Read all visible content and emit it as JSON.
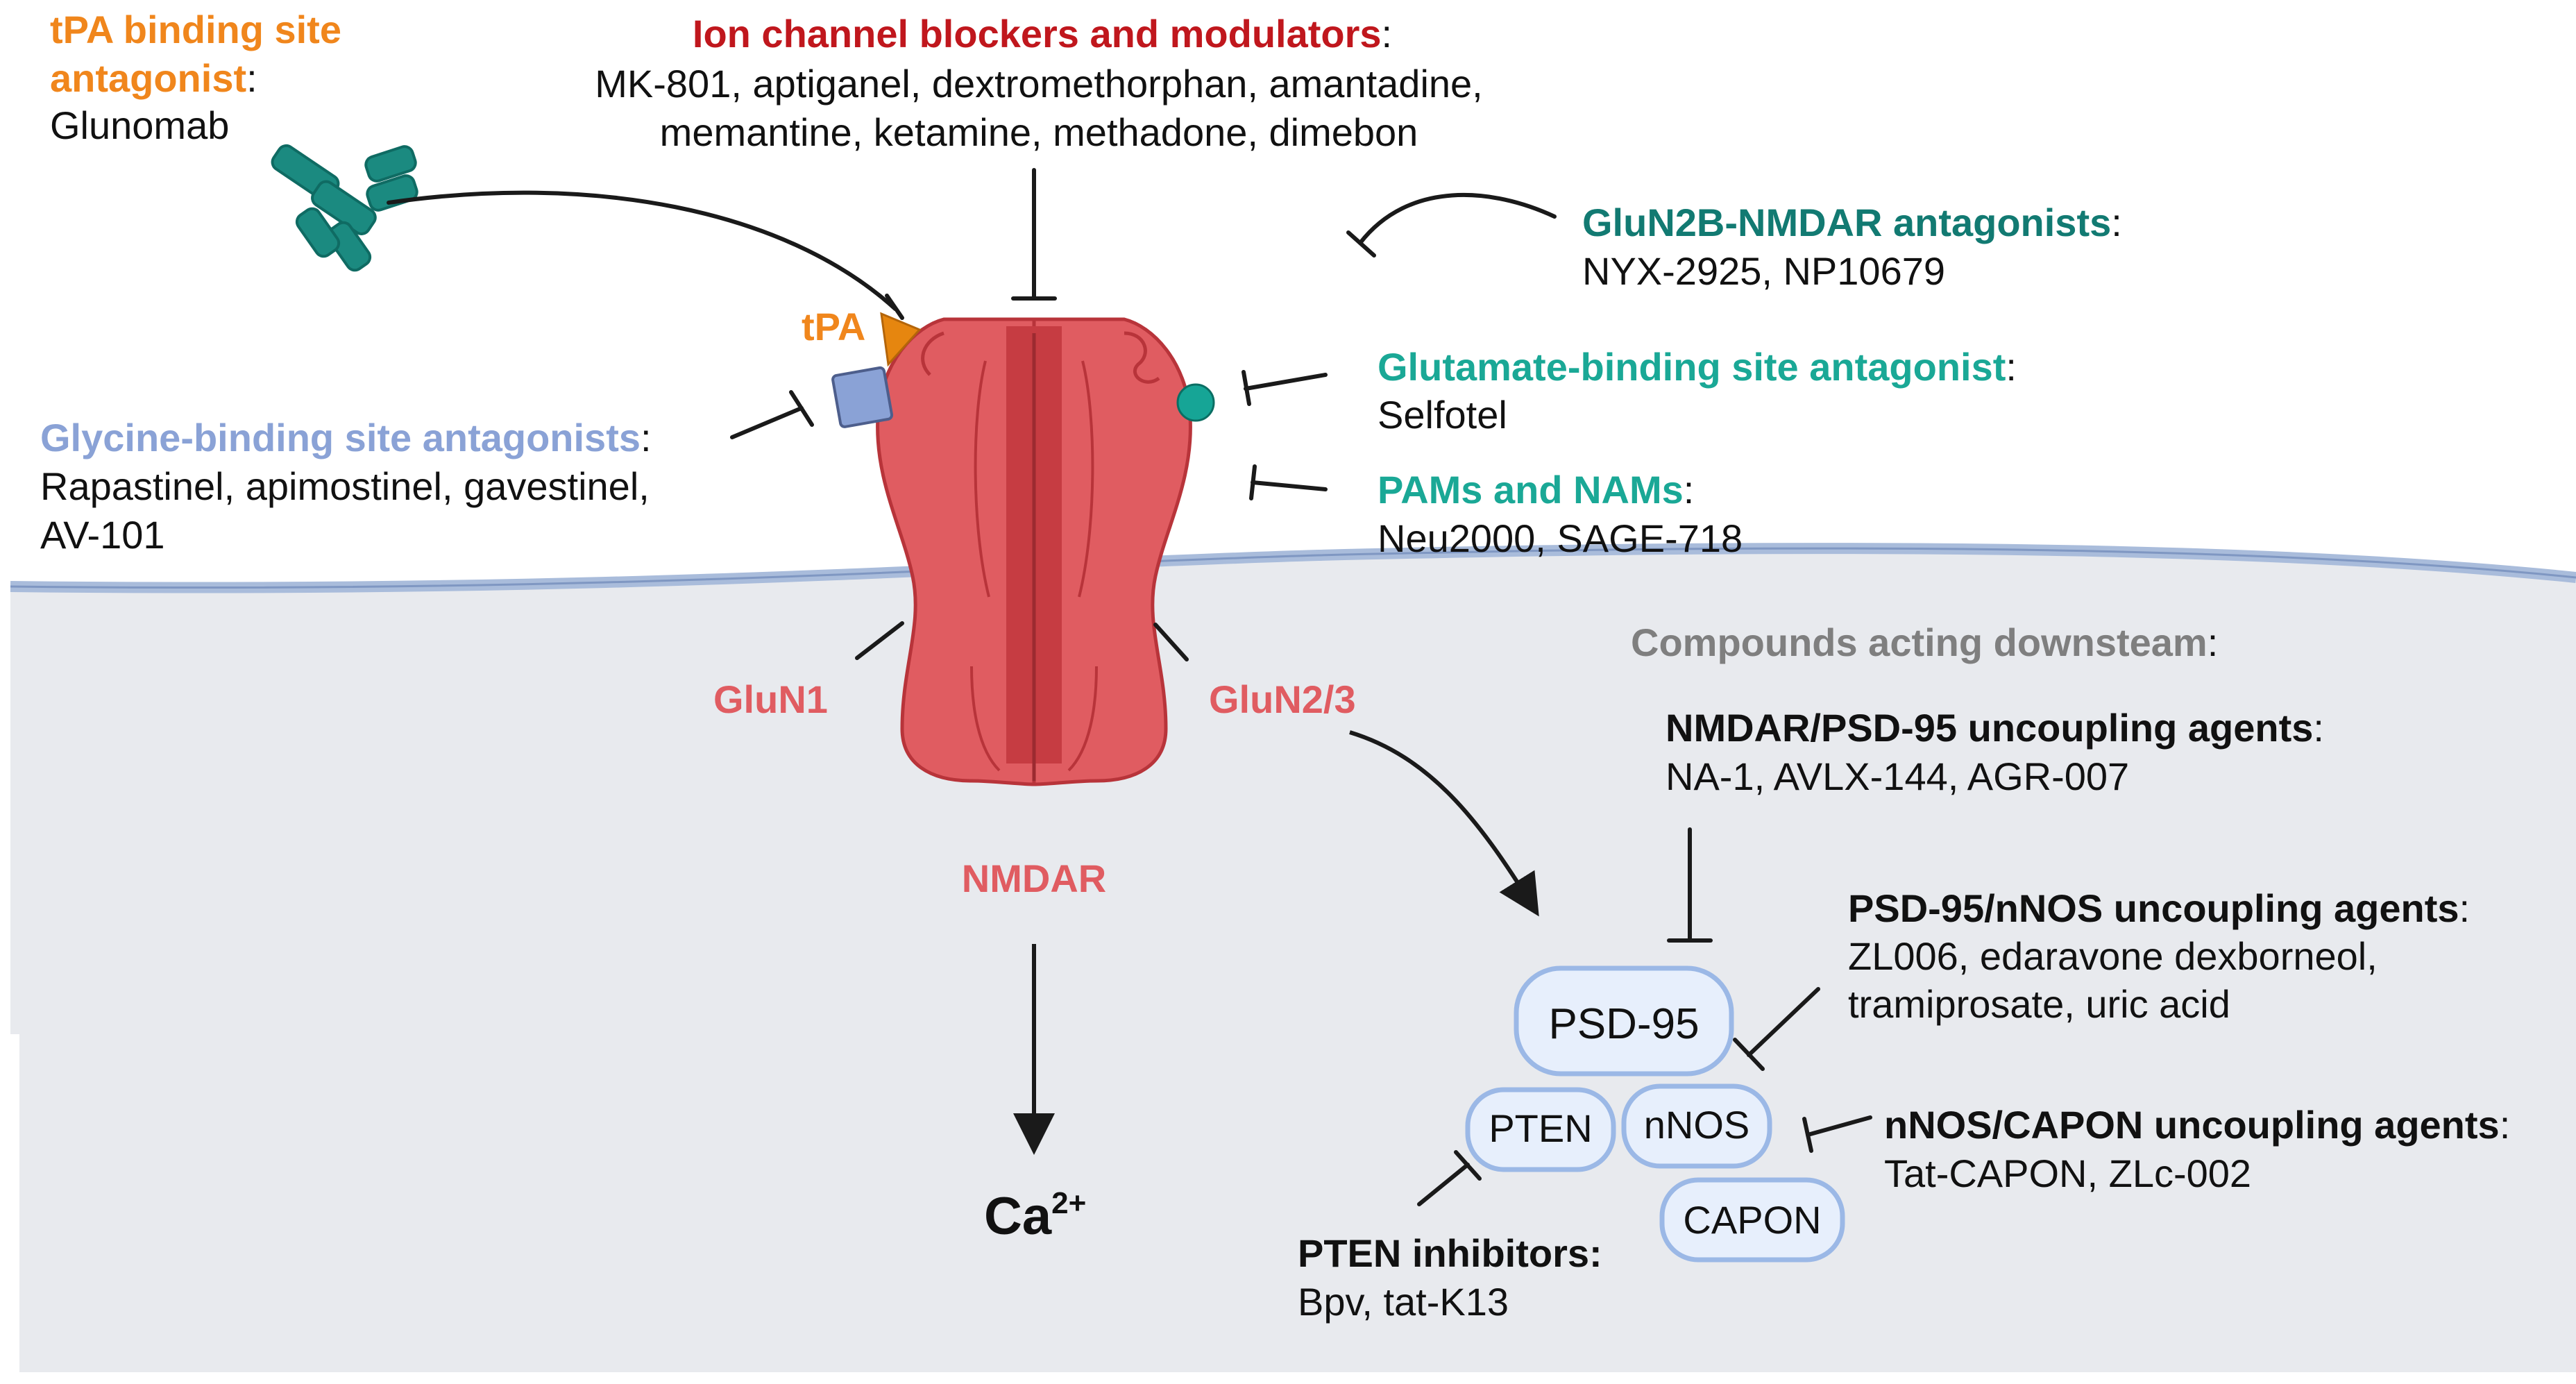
{
  "colors": {
    "orange": "#f0861c",
    "dark_red": "#c0171d",
    "teal_dark": "#127a72",
    "teal": "#1aa896",
    "lavender": "#8aa2d6",
    "receptor": "#e05c61",
    "grey_heading": "#7f7f7f",
    "pill_fill": "#e7effc",
    "pill_stroke": "#9bb8e6",
    "membrane": "#a9bcdb",
    "intracellular": "#e8eaee"
  },
  "icons": {
    "antibody": "antibody-icon",
    "tpa": "tpa-triangle-icon",
    "glycine_site": "glycine-square-icon",
    "glutamate_site": "glutamate-sphere-icon",
    "receptor": "nmdar-channel-icon"
  },
  "groups": {
    "tpa_antagonist": {
      "heading_line1": "tPA binding site",
      "heading_line2": "antagonist",
      "colon": ":",
      "items": "Glunomab"
    },
    "ion_channel": {
      "heading": "Ion channel blockers and modulators",
      "colon": ":",
      "line1": "MK-801, aptiganel, dextromethorphan, amantadine,",
      "line2": "memantine, ketamine, methadone, dimebon"
    },
    "glun2b": {
      "heading": "GluN2B-NMDAR antagonists",
      "colon": ":",
      "items": "NYX-2925, NP10679"
    },
    "glutamate": {
      "heading": "Glutamate-binding site antagonist",
      "colon": ":",
      "items": "Selfotel"
    },
    "pams": {
      "heading": "PAMs and NAMs",
      "colon": ":",
      "items": "Neu2000, SAGE-718"
    },
    "glycine": {
      "heading": "Glycine-binding site antagonists",
      "colon": ":",
      "line1": "Rapastinel, apimostinel, gavestinel,",
      "line2": "AV-101"
    },
    "downstream": {
      "heading": "Compounds acting downsteam",
      "colon": ":"
    },
    "nmdar_psd95": {
      "heading": "NMDAR/PSD-95 uncoupling agents",
      "colon": ":",
      "items": "NA-1, AVLX-144, AGR-007"
    },
    "psd95_nnos": {
      "heading": "PSD-95/nNOS uncoupling agents",
      "colon": ":",
      "line1": "ZL006, edaravone dexborneol,",
      "line2": "tramiprosate,  uric acid"
    },
    "nnos_capon": {
      "heading": "nNOS/CAPON uncoupling agents",
      "colon": ":",
      "items": "Tat-CAPON, ZLc-002"
    },
    "pten_inhibitors": {
      "heading": "PTEN inhibitors:",
      "items": "Bpv, tat-K13"
    }
  },
  "labels": {
    "tpa": "tPA",
    "glun1": "GluN1",
    "glun23": "GluN2/3",
    "nmdar": "NMDAR",
    "ca": "Ca",
    "ca_charge": "2+"
  },
  "proteins": {
    "psd95": "PSD-95",
    "pten": "PTEN",
    "nnos": "nNOS",
    "capon": "CAPON"
  }
}
